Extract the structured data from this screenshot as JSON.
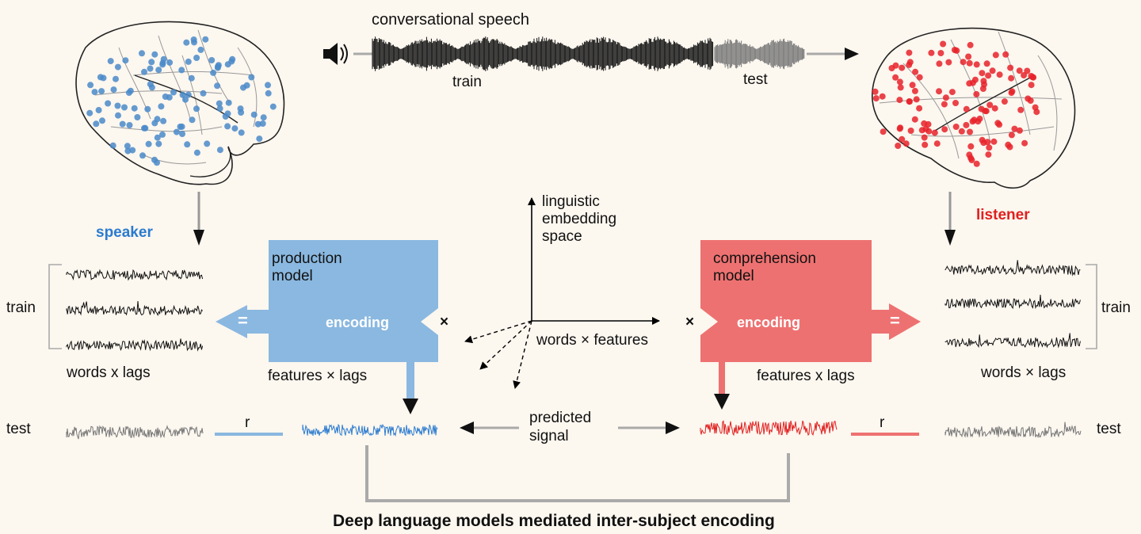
{
  "speech": {
    "title": "conversational speech",
    "train": "train",
    "test": "test"
  },
  "speaker": {
    "label": "speaker",
    "train": "train",
    "test": "test",
    "axes": "words x lags",
    "r": "r",
    "color": "#2b7bd0",
    "dot_color": "#4a8ac9"
  },
  "listener": {
    "label": "listener",
    "train": "train",
    "test": "test",
    "axes": "words × lags",
    "r": "r",
    "color": "#e01f1f",
    "dot_color": "#e8222a"
  },
  "production": {
    "title_1": "production",
    "title_2": "model",
    "encoding": "encoding",
    "features": "features × lags",
    "equals": "=",
    "times": "×",
    "fill": "#8ab8e0"
  },
  "comprehension": {
    "title_1": "comprehension",
    "title_2": "model",
    "encoding": "encoding",
    "features": "features x lags",
    "equals": "=",
    "times": "×",
    "fill": "#ee7171"
  },
  "embedding": {
    "line1": "linguistic",
    "line2": "embedding",
    "line3": "space",
    "xaxis": "words × features"
  },
  "predicted": {
    "line1": "predicted",
    "line2": "signal"
  },
  "caption": "Deep language models mediated inter-subject encoding"
}
